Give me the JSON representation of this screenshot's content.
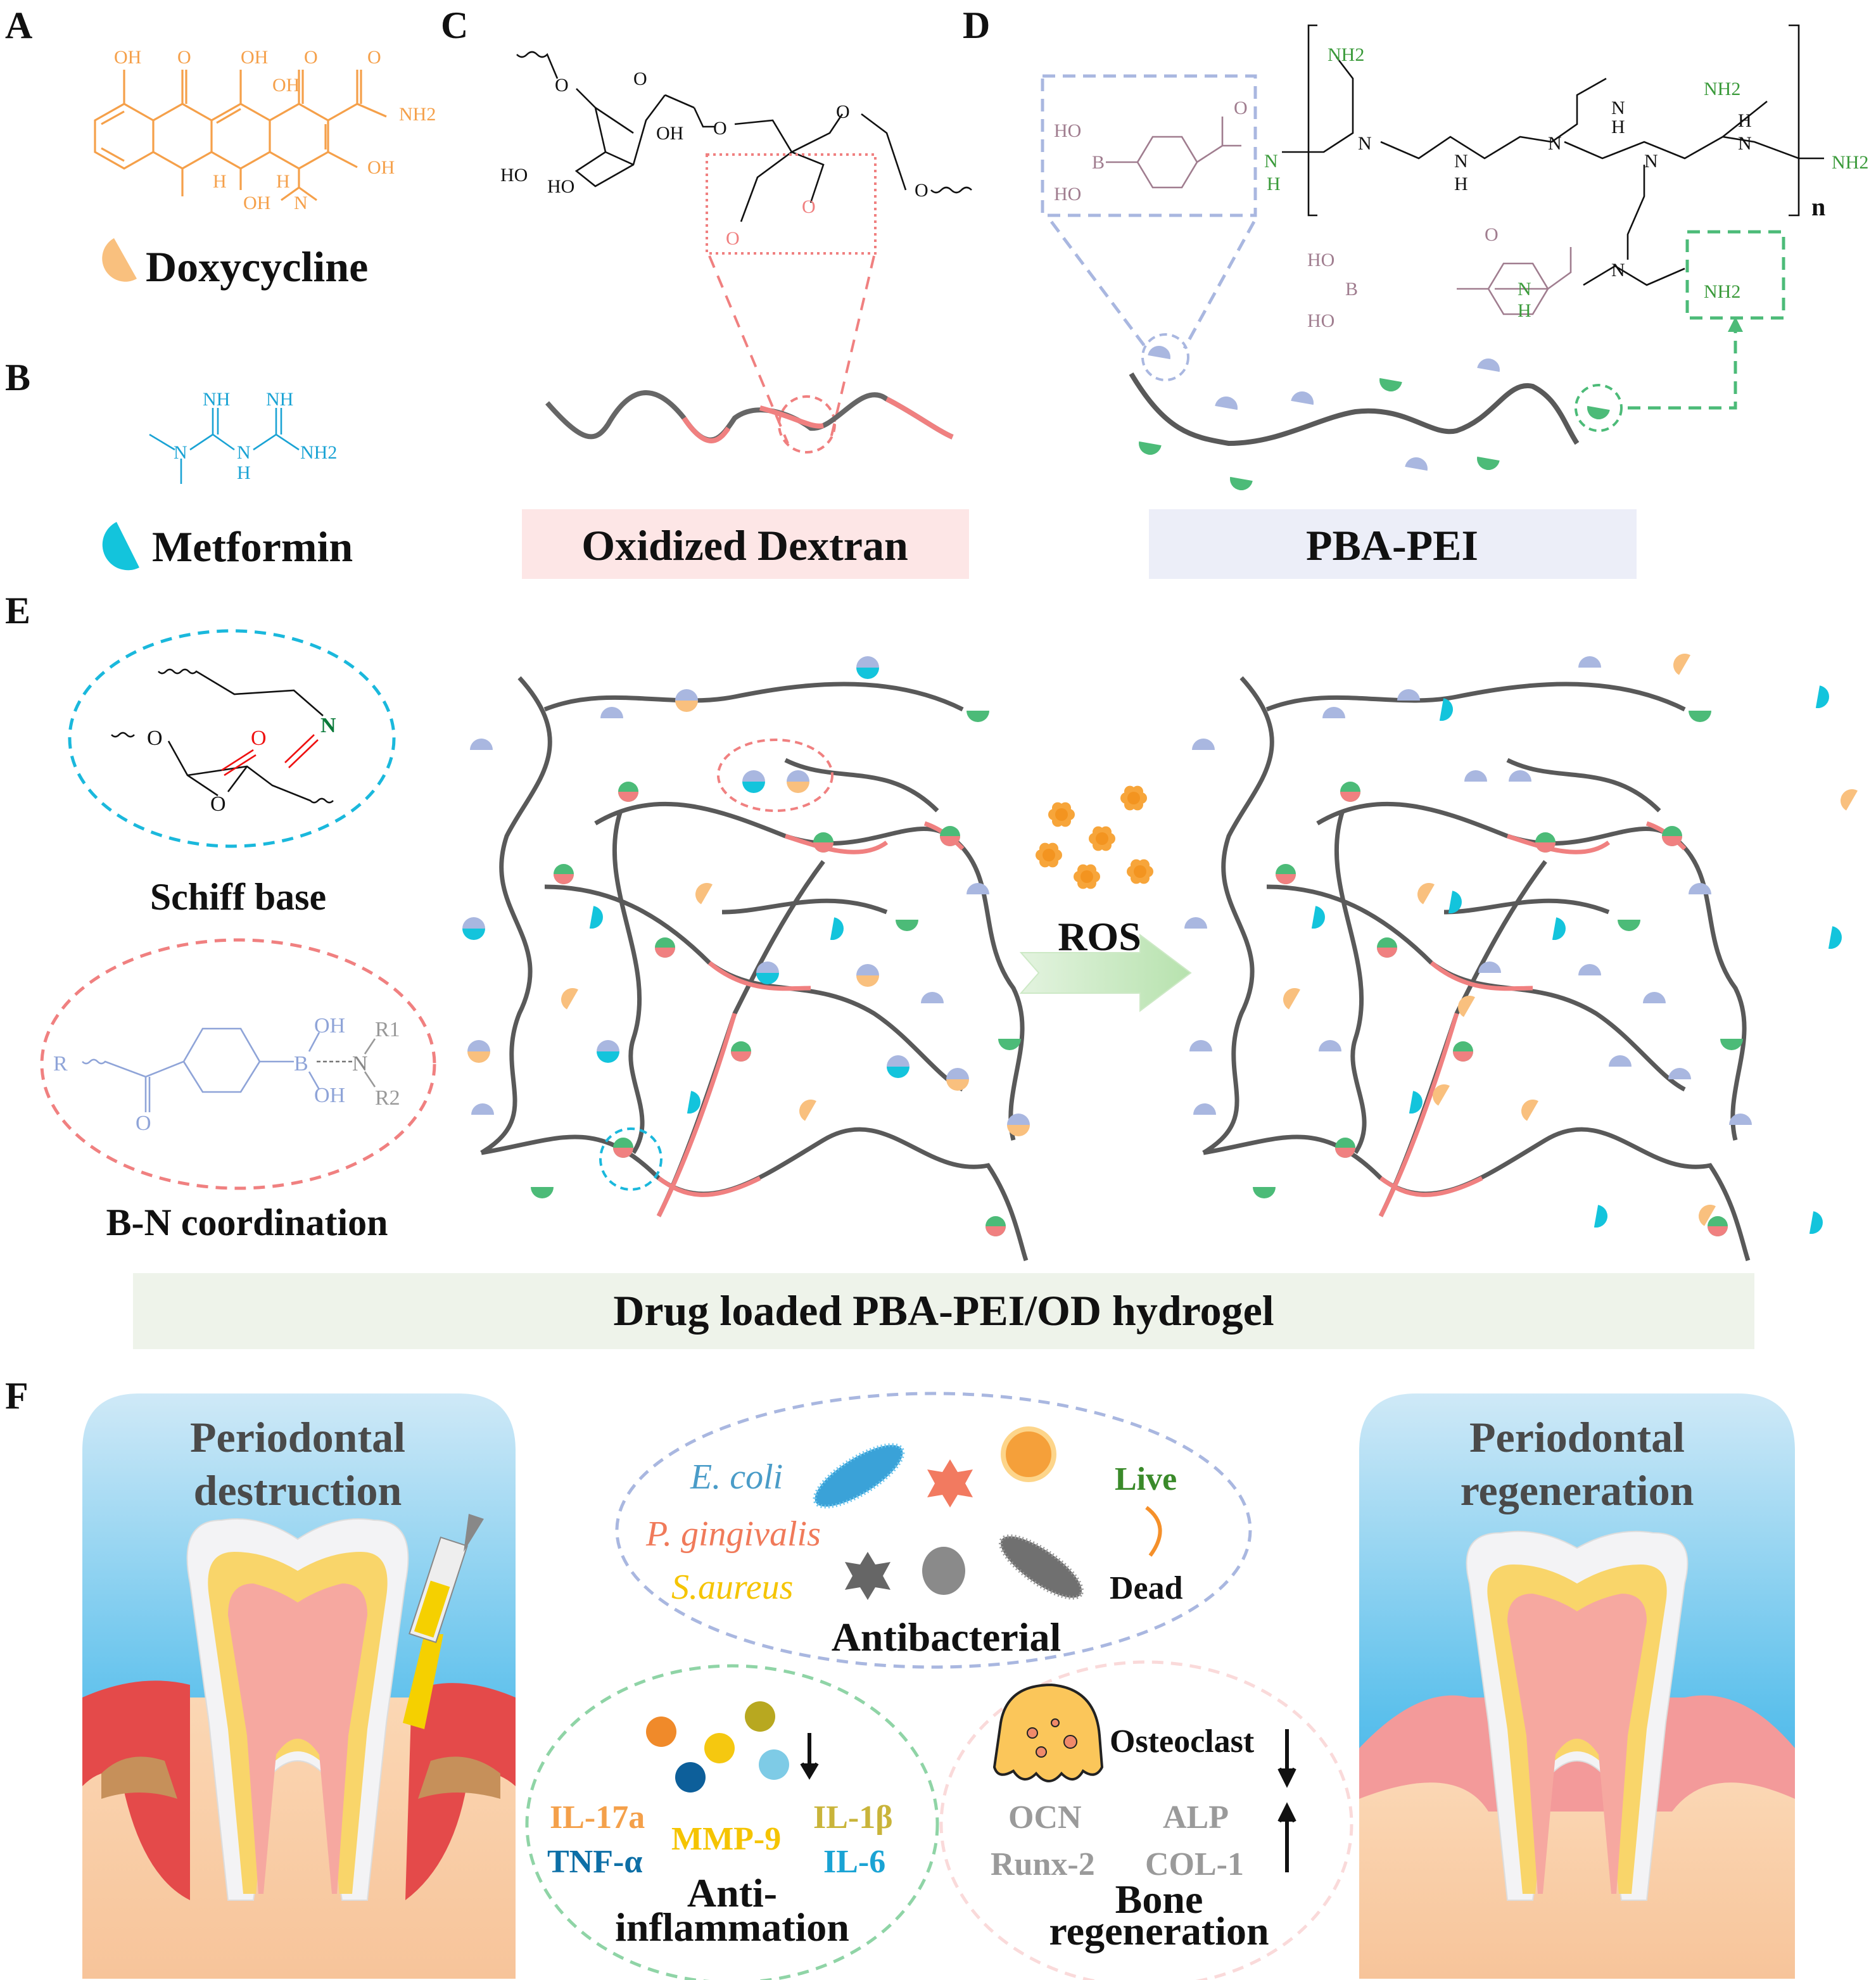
{
  "panels": {
    "a": "A",
    "b": "B",
    "c": "C",
    "d": "D",
    "e": "E",
    "f": "F"
  },
  "doxycycline": {
    "name": "Doxycycline",
    "atoms": [
      "OH",
      "O",
      "OH",
      "O",
      "O",
      "OH",
      "NH2",
      "OH",
      "H",
      "H",
      "OH",
      "N"
    ],
    "color": "#f5a04a"
  },
  "metformin": {
    "name": "Metformin",
    "atoms": [
      "NH",
      "NH",
      "N",
      "N",
      "H",
      "NH2"
    ],
    "color": "#1aa3d4"
  },
  "dextran": {
    "atoms": [
      "O",
      "O",
      "OH",
      "O",
      "O",
      "HO",
      "HO",
      "O",
      "O",
      "O"
    ],
    "label": "Oxidized Dextran",
    "accent": "#f08080"
  },
  "pba_pei": {
    "atoms_top": [
      "HO",
      "B",
      "HO",
      "O",
      "N",
      "H",
      "NH2",
      "N",
      "N",
      "H",
      "N",
      "N",
      "H",
      "NH2",
      "N",
      "H",
      "N",
      "NH2",
      "n"
    ],
    "atoms_bottom": [
      "HO",
      "B",
      "HO",
      "O",
      "N",
      "H",
      "N",
      "NH2"
    ],
    "label": "PBA-PEI",
    "pba_color": "#a07d8f",
    "amine_color": "#3a9a3a"
  },
  "crosslinks": {
    "schiff_base": {
      "label": "Schiff base",
      "atoms": [
        "O",
        "O",
        "N",
        "O"
      ]
    },
    "bn_coordination": {
      "label": "B-N coordination",
      "atoms": [
        "R",
        "O",
        "OH",
        "B",
        "OH",
        "N",
        "R1",
        "R2"
      ]
    }
  },
  "hydrogel": {
    "stimulus": "ROS",
    "label": "Drug loaded PBA-PEI/OD hydrogel"
  },
  "therapy": {
    "left_title": [
      "Periodontal",
      "destruction"
    ],
    "right_title": [
      "Periodontal",
      "regeneration"
    ],
    "antibacterial": {
      "title": "Antibacterial",
      "bacteria": [
        {
          "name": "E. coli",
          "color": "#4a9cc8"
        },
        {
          "name": "P. gingivalis",
          "color": "#f07a5a"
        },
        {
          "name": "S.aureus",
          "color": "#f5c400"
        }
      ],
      "live": "Live",
      "dead": "Dead"
    },
    "anti_inflammation": {
      "title": [
        "Anti-",
        "inflammation"
      ],
      "cytokines": [
        {
          "name": "IL-17a",
          "color": "#f4a04a"
        },
        {
          "name": "MMP-9",
          "color": "#f5c400"
        },
        {
          "name": "IL-1β",
          "color": "#c9b43a"
        },
        {
          "name": "TNF-α",
          "color": "#0d6fa6"
        },
        {
          "name": "IL-6",
          "color": "#1aa3d4"
        }
      ],
      "trend": "down"
    },
    "bone_regeneration": {
      "title": [
        "Bone",
        "regeneration"
      ],
      "osteoclast": "Osteoclast",
      "osteoclast_trend": "down",
      "markers": [
        "OCN",
        "ALP",
        "Runx-2",
        "COL-1"
      ],
      "markers_trend": "up"
    }
  },
  "colors": {
    "doxy": "#f9c07e",
    "metformin": "#13c4dc",
    "pba": "#a9b7e0",
    "amine": "#4cbb78",
    "chain": "#595959",
    "od": "#f08080"
  }
}
